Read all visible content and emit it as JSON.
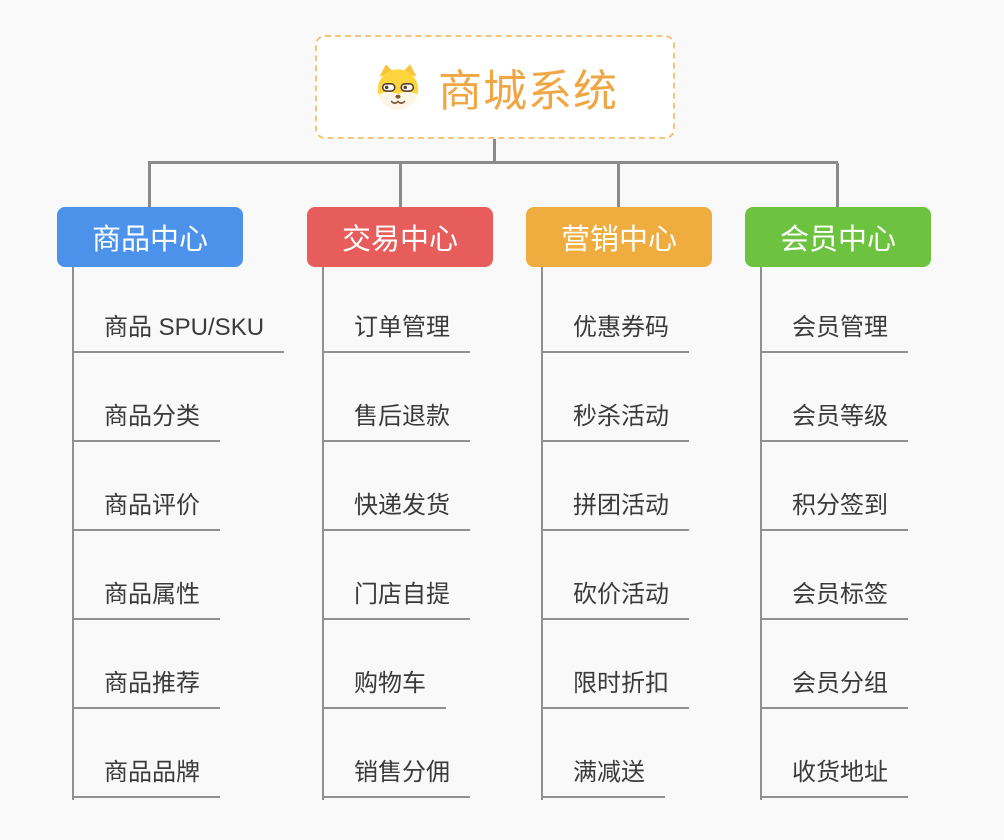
{
  "root": {
    "title": "商城系统",
    "icon": "shiba-dog-icon",
    "accent_color": "#F0A644",
    "border_color": "#F5C57D"
  },
  "connector_color": "#8A8A8A",
  "branches": [
    {
      "label": "商品中心",
      "color": "#4C92EA",
      "items": [
        "商品 SPU/SKU",
        "商品分类",
        "商品评价",
        "商品属性",
        "商品推荐",
        "商品品牌"
      ]
    },
    {
      "label": "交易中心",
      "color": "#E65D5B",
      "items": [
        "订单管理",
        "售后退款",
        "快递发货",
        "门店自提",
        "购物车",
        "销售分佣"
      ]
    },
    {
      "label": "营销中心",
      "color": "#EFAD40",
      "items": [
        "优惠券码",
        "秒杀活动",
        "拼团活动",
        "砍价活动",
        "限时折扣",
        "满减送"
      ]
    },
    {
      "label": "会员中心",
      "color": "#6DC240",
      "items": [
        "会员管理",
        "会员等级",
        "积分签到",
        "会员标签",
        "会员分组",
        "收货地址"
      ]
    }
  ]
}
